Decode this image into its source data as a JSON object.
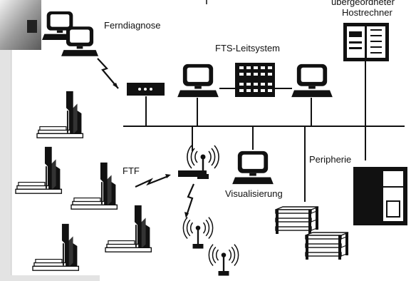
{
  "diagram": {
    "labels": {
      "ferndiagnose": "Ferndiagnose",
      "fts_leitsystem": "FTS-Leitsystem",
      "hostrechner_top": "übergeordneter",
      "hostrechner": "Hostrechner",
      "ftf": "FTF",
      "visualisierung": "Visualisierung",
      "peripherie": "Peripherie"
    },
    "colors": {
      "ink": "#111111",
      "frame": "#e3e3e3",
      "frame_border": "#c9c9c9",
      "background": "#ffffff"
    },
    "icons": {
      "workstation": "computer-monitor-icon",
      "modem": "modem-icon",
      "server_rack": "server-rack-icon",
      "cabinet": "control-cabinet-icon",
      "antenna": "radio-antenna-icon",
      "vehicle": "agv-vehicle-icon",
      "shelf": "storage-shelf-icon",
      "lightning": "wireless-link-icon"
    }
  }
}
